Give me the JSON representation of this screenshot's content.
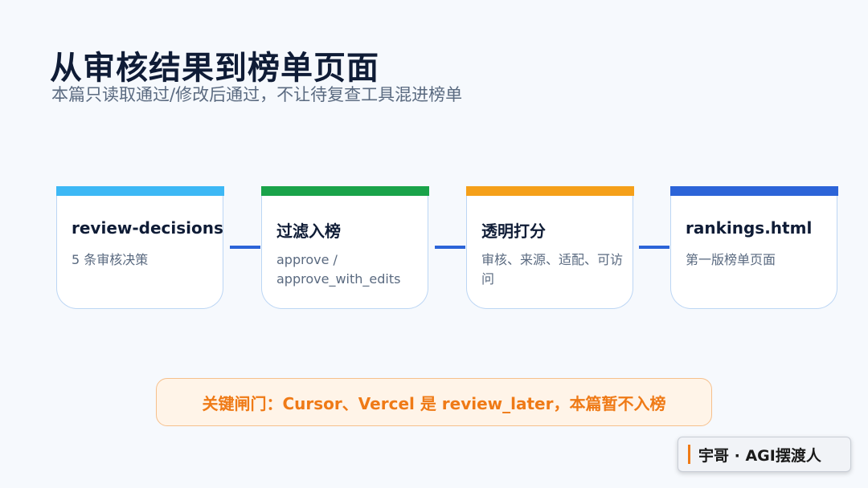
{
  "header": {
    "title": "从审核结果到榜单页面",
    "subtitle": "本篇只读取通过/修改后通过，不让待复查工具混进榜单"
  },
  "flow": {
    "steps": [
      {
        "title": "review-decisions",
        "desc": "5 条审核决策",
        "color": "#3db8f5"
      },
      {
        "title": "过滤入榜",
        "desc": "approve / approve_with_edits",
        "color": "#1aa34a"
      },
      {
        "title": "透明打分",
        "desc": "审核、来源、适配、可访问",
        "color": "#f5a01a"
      },
      {
        "title": "rankings.html",
        "desc": "第一版榜单页面",
        "color": "#2c64d8"
      }
    ],
    "connector_color": "#2c64d8"
  },
  "gate": {
    "text": "关键闸门：Cursor、Vercel 是 review_later，本篇暂不入榜"
  },
  "badge": {
    "text": "宇哥 · AGI摆渡人"
  }
}
